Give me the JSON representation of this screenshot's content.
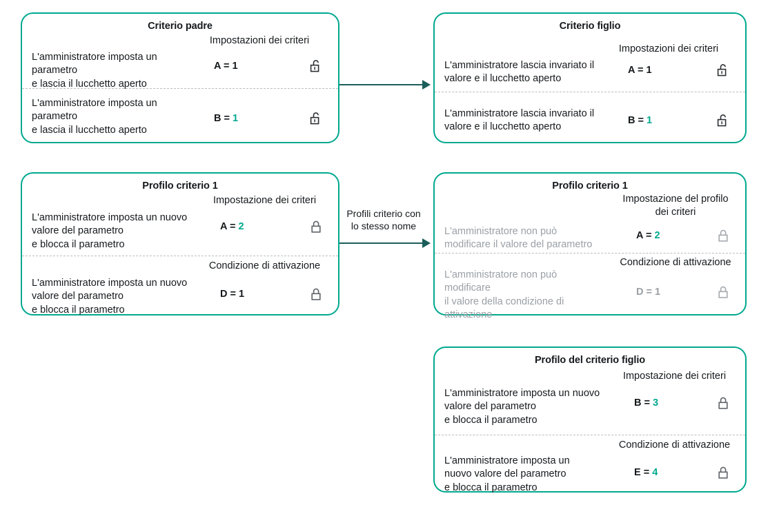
{
  "theme": {
    "border_color": "#00a88e",
    "accent_color": "#00a88e",
    "arrow_color": "#1b5e59",
    "text_color": "#15191c",
    "muted_color": "#9aa0a6"
  },
  "cards": {
    "parent_policy": {
      "title": "Criterio padre",
      "group_label_1": "Impostazioni dei criteri",
      "row1": {
        "desc": "L'amministratore imposta un\nparametro\n e lascia il lucchetto aperto",
        "key": "A = ",
        "num": "1",
        "num_accent": false,
        "lock": "unlocked-icon"
      },
      "row2": {
        "desc": "L'amministratore imposta un\nparametro\n e lascia il lucchetto aperto",
        "key": "B = ",
        "num": "1",
        "num_accent": true,
        "lock": "unlocked-icon"
      }
    },
    "child_policy": {
      "title": "Criterio figlio",
      "group_label_1": "Impostazioni dei criteri",
      "row1": {
        "desc": "L'amministratore lascia invariato il\nvalore e il lucchetto aperto",
        "key": "A = ",
        "num": "1",
        "num_accent": false,
        "lock": "unlocked-icon"
      },
      "row2": {
        "desc": "L'amministratore lascia invariato il\nvalore e il lucchetto aperto",
        "key": "B = ",
        "num": "1",
        "num_accent": true,
        "lock": "unlocked-icon"
      }
    },
    "profile_left": {
      "title": "Profilo criterio 1",
      "group_label_1": "Impostazione dei criteri",
      "group_label_2": "Condizione di attivazione",
      "row1": {
        "desc": "L'amministratore imposta un nuovo\nvalore del parametro\n e blocca il parametro",
        "key": "A = ",
        "num": "2",
        "num_accent": true,
        "lock": "locked-icon"
      },
      "row2": {
        "desc": "L'amministratore imposta un nuovo\nvalore del parametro\n e blocca il parametro",
        "key": "D = ",
        "num": "1",
        "num_accent": false,
        "lock": "locked-icon"
      }
    },
    "profile_right": {
      "title": "Profilo criterio 1",
      "group_label_1": "Impostazione del profilo\ndei criteri",
      "group_label_2": "Condizione di attivazione",
      "row1": {
        "desc": "L'amministratore non può\nmodificare il valore del parametro",
        "key": "A = ",
        "num": "2",
        "num_accent": true,
        "lock": "locked-icon"
      },
      "row2": {
        "desc": "L'amministratore non può\nmodificare\n il valore della condizione di\nattivazione",
        "key": "D = ",
        "num": "1",
        "num_accent": false,
        "lock": "locked-icon"
      }
    },
    "child_profile": {
      "title": "Profilo del criterio figlio",
      "group_label_1": "Impostazione dei criteri",
      "group_label_2": "Condizione di attivazione",
      "row1": {
        "desc": "L'amministratore imposta un nuovo\nvalore del parametro\n e blocca il parametro",
        "key": "B = ",
        "num": "3",
        "num_accent": true,
        "lock": "locked-icon"
      },
      "row2": {
        "desc": "L'amministratore imposta un\nnuovo valore del parametro\n e blocca il parametro",
        "key": "E = ",
        "num": "4",
        "num_accent": true,
        "lock": "locked-icon"
      }
    }
  },
  "arrows": {
    "top": {
      "label": ""
    },
    "middle": {
      "label": "Profili criterio con\nlo stesso nome"
    }
  }
}
